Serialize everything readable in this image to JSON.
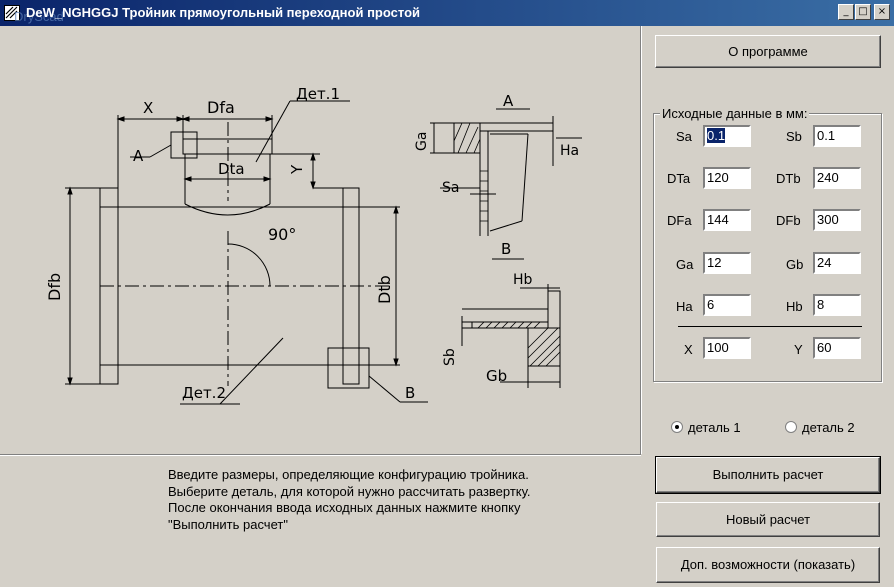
{
  "window": {
    "title": "DeW_NGHGGJ Тройник прямоугольный переходной простой",
    "ghost_text": "DryScad",
    "minimize": "_",
    "maximize": "□",
    "close": "×"
  },
  "drawing": {
    "label_X": "X",
    "label_Dfa": "Dfa",
    "label_Det1": "Дет.1",
    "label_A": "A",
    "label_Dta": "Dta",
    "label_Y": "Y",
    "label_angle": "90°",
    "label_Dfb": "Dfb",
    "label_Dtb": "Dtb",
    "label_Det2": "Дет.2",
    "label_B": "B",
    "detailA": {
      "title": "A",
      "Ga": "Ga",
      "Ha": "Ha",
      "Sa": "Sa"
    },
    "detailB": {
      "title": "B",
      "Hb": "Hb",
      "Sb": "Sb",
      "Gb": "Gb"
    }
  },
  "sidebar": {
    "about_button": "О программе",
    "group_title": "Исходные данные в мм:",
    "fields": {
      "Sa": {
        "label": "Sa",
        "value": "0.1"
      },
      "Sb": {
        "label": "Sb",
        "value": "0.1"
      },
      "DTa": {
        "label": "DTa",
        "value": "120"
      },
      "DTb": {
        "label": "DTb",
        "value": "240"
      },
      "DFa": {
        "label": "DFa",
        "value": "144"
      },
      "DFb": {
        "label": "DFb",
        "value": "300"
      },
      "Ga": {
        "label": "Ga",
        "value": "12"
      },
      "Gb": {
        "label": "Gb",
        "value": "24"
      },
      "Ha": {
        "label": "Ha",
        "value": "6"
      },
      "Hb": {
        "label": "Hb",
        "value": "8"
      },
      "X": {
        "label": "X",
        "value": "100"
      },
      "Y": {
        "label": "Y",
        "value": "60"
      }
    },
    "radio1": "деталь 1",
    "radio2": "деталь 2",
    "selected_radio": "деталь 1",
    "run_button": "Выполнить расчет",
    "new_button": "Новый расчет",
    "extra_button": "Доп. возможности (показать)"
  },
  "instructions": [
    "Введите размеры, определяющие конфигурацию тройника.",
    "Выберите деталь, для которой нужно рассчитать развертку.",
    "После окончания ввода исходных данных нажмите кнопку",
    "\"Выполнить расчет\""
  ]
}
